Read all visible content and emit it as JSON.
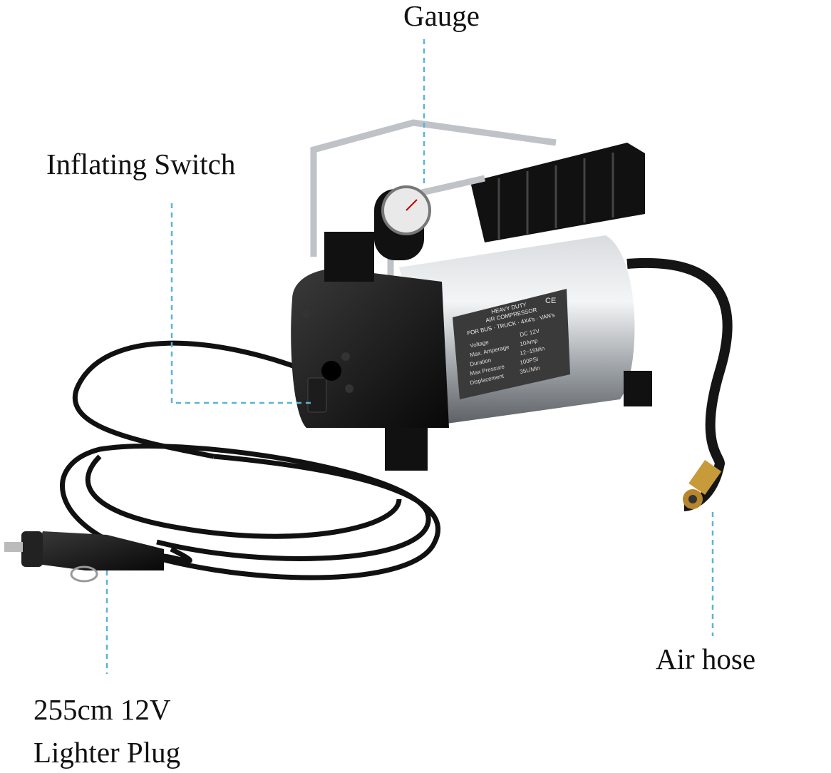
{
  "callouts": {
    "gauge": "Gauge",
    "inflating_switch": "Inflating Switch",
    "air_hose": "Air hose",
    "plug_line1": "255cm 12V",
    "plug_line2": "Lighter Plug"
  },
  "product_label": {
    "title1": "HEAVY DUTY",
    "title2": "AIR COMPRESSOR",
    "subtitle": "FOR BUS · TRUCK · 4X4's · VAN's",
    "mark": "CE",
    "specs": [
      {
        "name": "Voltage",
        "value": "DC 12V"
      },
      {
        "name": "Max. Amperage",
        "value": "10Amp"
      },
      {
        "name": "Duration",
        "value": "12~15Min"
      },
      {
        "name": "Max Pressure",
        "value": "100PSI"
      },
      {
        "name": "Displacement",
        "value": "35L/Min"
      }
    ]
  },
  "colors": {
    "callout_line": "#5ab4d6",
    "body": "#111111",
    "cylinder": "#b8bcc0"
  }
}
